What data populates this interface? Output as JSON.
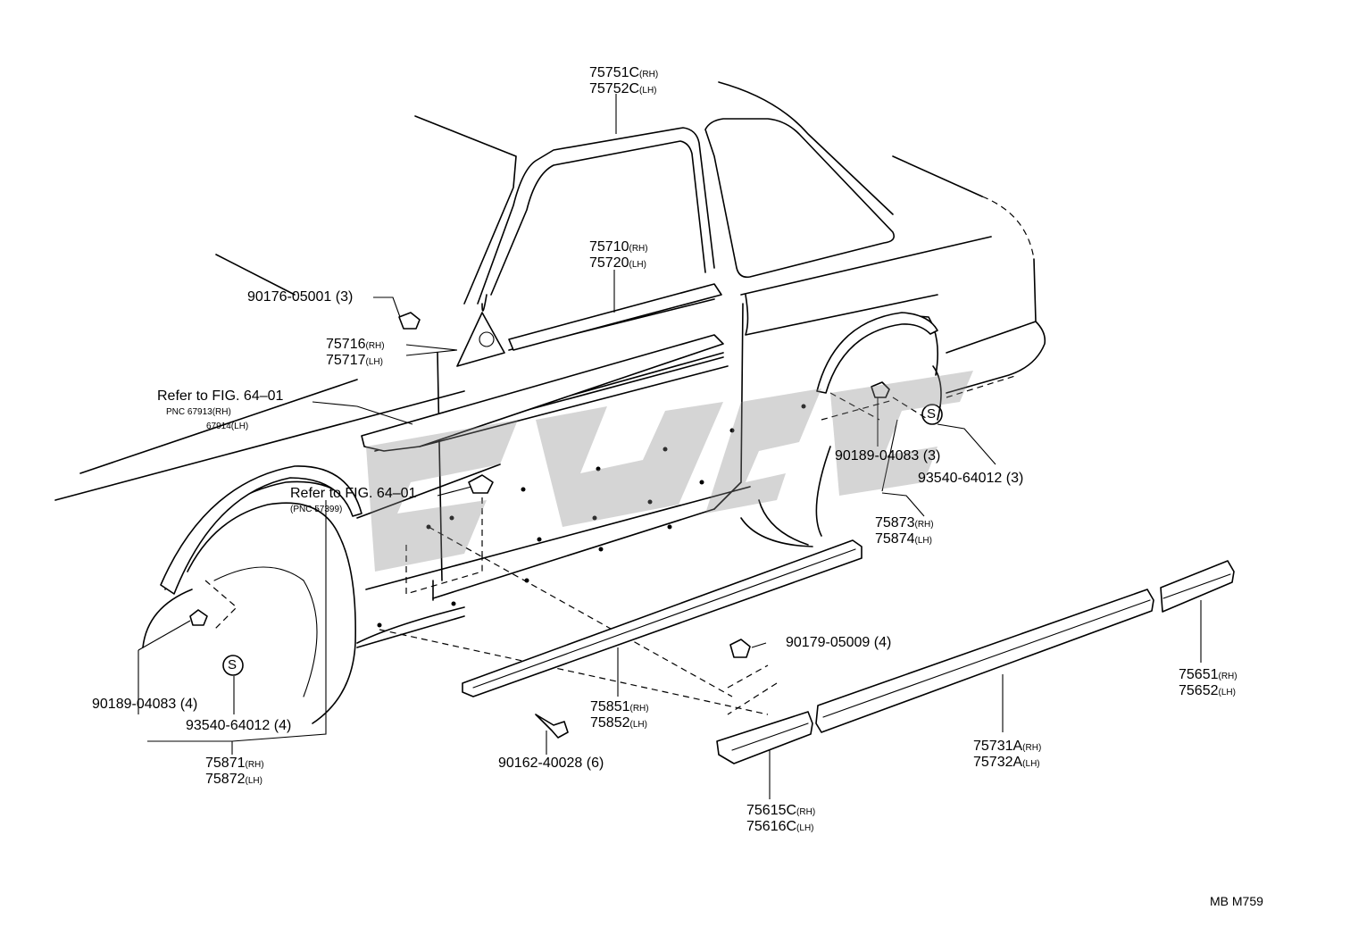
{
  "parts": {
    "belt_molding_upper": {
      "line1": "75751C",
      "suf1": "(RH)",
      "line2": "75752C",
      "suf2": "(LH)"
    },
    "belt_molding_door": {
      "line1": "75710",
      "suf1": "(RH)",
      "line2": "75720",
      "suf2": "(LH)"
    },
    "clip_door": {
      "text": "90176-05001 (3)"
    },
    "corner_piece": {
      "line1": "75716",
      "suf1": "(RH)",
      "line2": "75717",
      "suf2": "(LH)"
    },
    "refer_upper": {
      "line1": "Refer to FIG. 64–01",
      "line2": "PNC 67913(RH)",
      "line3": "67914(LH)"
    },
    "refer_lower": {
      "line1": "Refer to FIG. 64–01",
      "line2": "(PNC 57399)"
    },
    "rear_clip": {
      "text": "90189-04083 (3)"
    },
    "rear_screw": {
      "text": "93540-64012 (3)"
    },
    "rear_arch": {
      "line1": "75873",
      "suf1": "(RH)",
      "line2": "75874",
      "suf2": "(LH)"
    },
    "front_clip": {
      "text": "90189-04083 (4)"
    },
    "front_screw": {
      "text": "93540-64012 (4)"
    },
    "front_arch": {
      "line1": "75871",
      "suf1": "(RH)",
      "line2": "75872",
      "suf2": "(LH)"
    },
    "nut": {
      "text": "90179-05009 (4)"
    },
    "rocker_molding": {
      "line1": "75851",
      "suf1": "(RH)",
      "line2": "75852",
      "suf2": "(LH)"
    },
    "screw_rocker": {
      "text": "90162-40028 (6)"
    },
    "side_molding_front": {
      "line1": "75615C",
      "suf1": "(RH)",
      "line2": "75616C",
      "suf2": "(LH)"
    },
    "side_molding_mid": {
      "line1": "75731A",
      "suf1": "(RH)",
      "line2": "75732A",
      "suf2": "(LH)"
    },
    "side_molding_rear": {
      "line1": "75651",
      "suf1": "(RH)",
      "line2": "75652",
      "suf2": "(LH)"
    }
  },
  "symbols": {
    "screw_marker": "S"
  },
  "code": "MB M759"
}
